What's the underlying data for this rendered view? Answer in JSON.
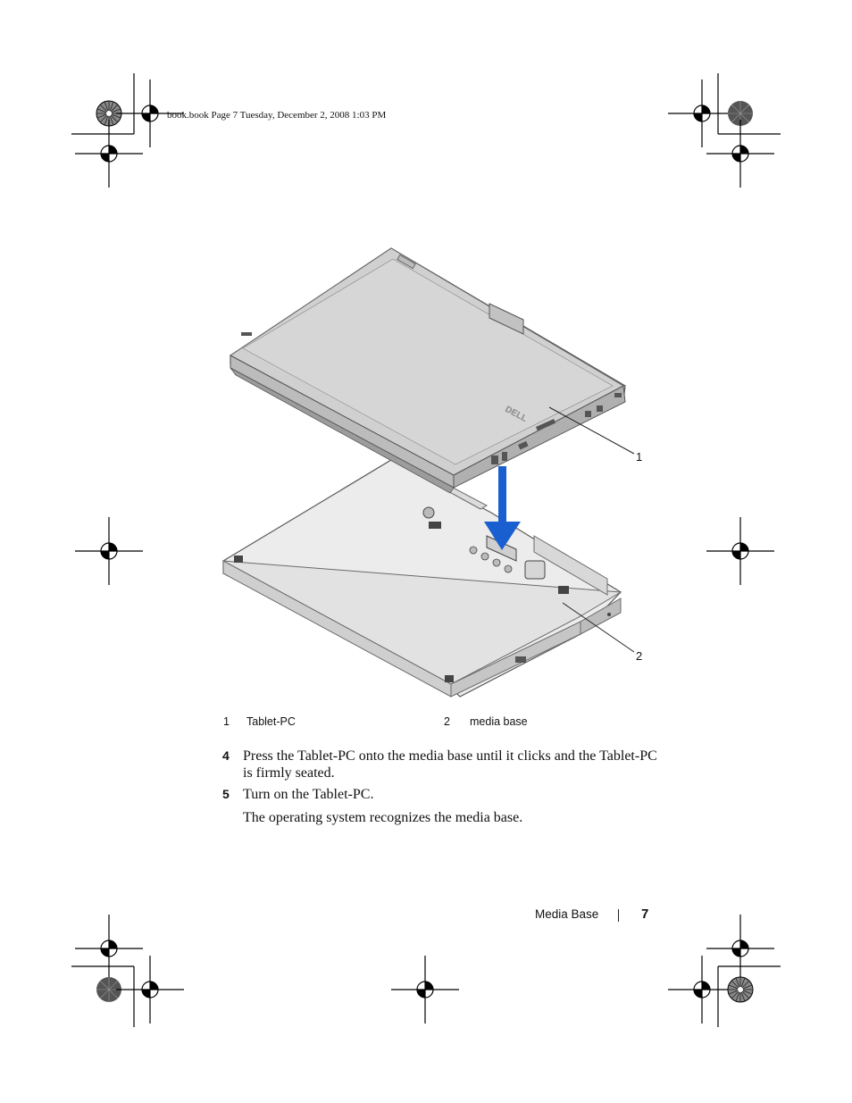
{
  "print_header": "book.book  Page 7  Tuesday, December 2, 2008  1:03 PM",
  "figure": {
    "logo_text": "DELL",
    "callouts": [
      "1",
      "2"
    ]
  },
  "legend": [
    {
      "num": "1",
      "label": "Tablet-PC"
    },
    {
      "num": "2",
      "label": "media base"
    }
  ],
  "steps": [
    {
      "num": "4",
      "lines": [
        "Press the Tablet-PC onto the media base until it clicks and the Tablet-PC",
        "is firmly seated."
      ]
    },
    {
      "num": "5",
      "lines": [
        "Turn on the Tablet-PC."
      ]
    }
  ],
  "note": "The operating system recognizes the media base.",
  "footer": {
    "section": "Media Base",
    "page": "7"
  },
  "colors": {
    "arrow": "#1a5fd0",
    "device": "#dcdcdc",
    "outline": "#5a5a5a"
  }
}
